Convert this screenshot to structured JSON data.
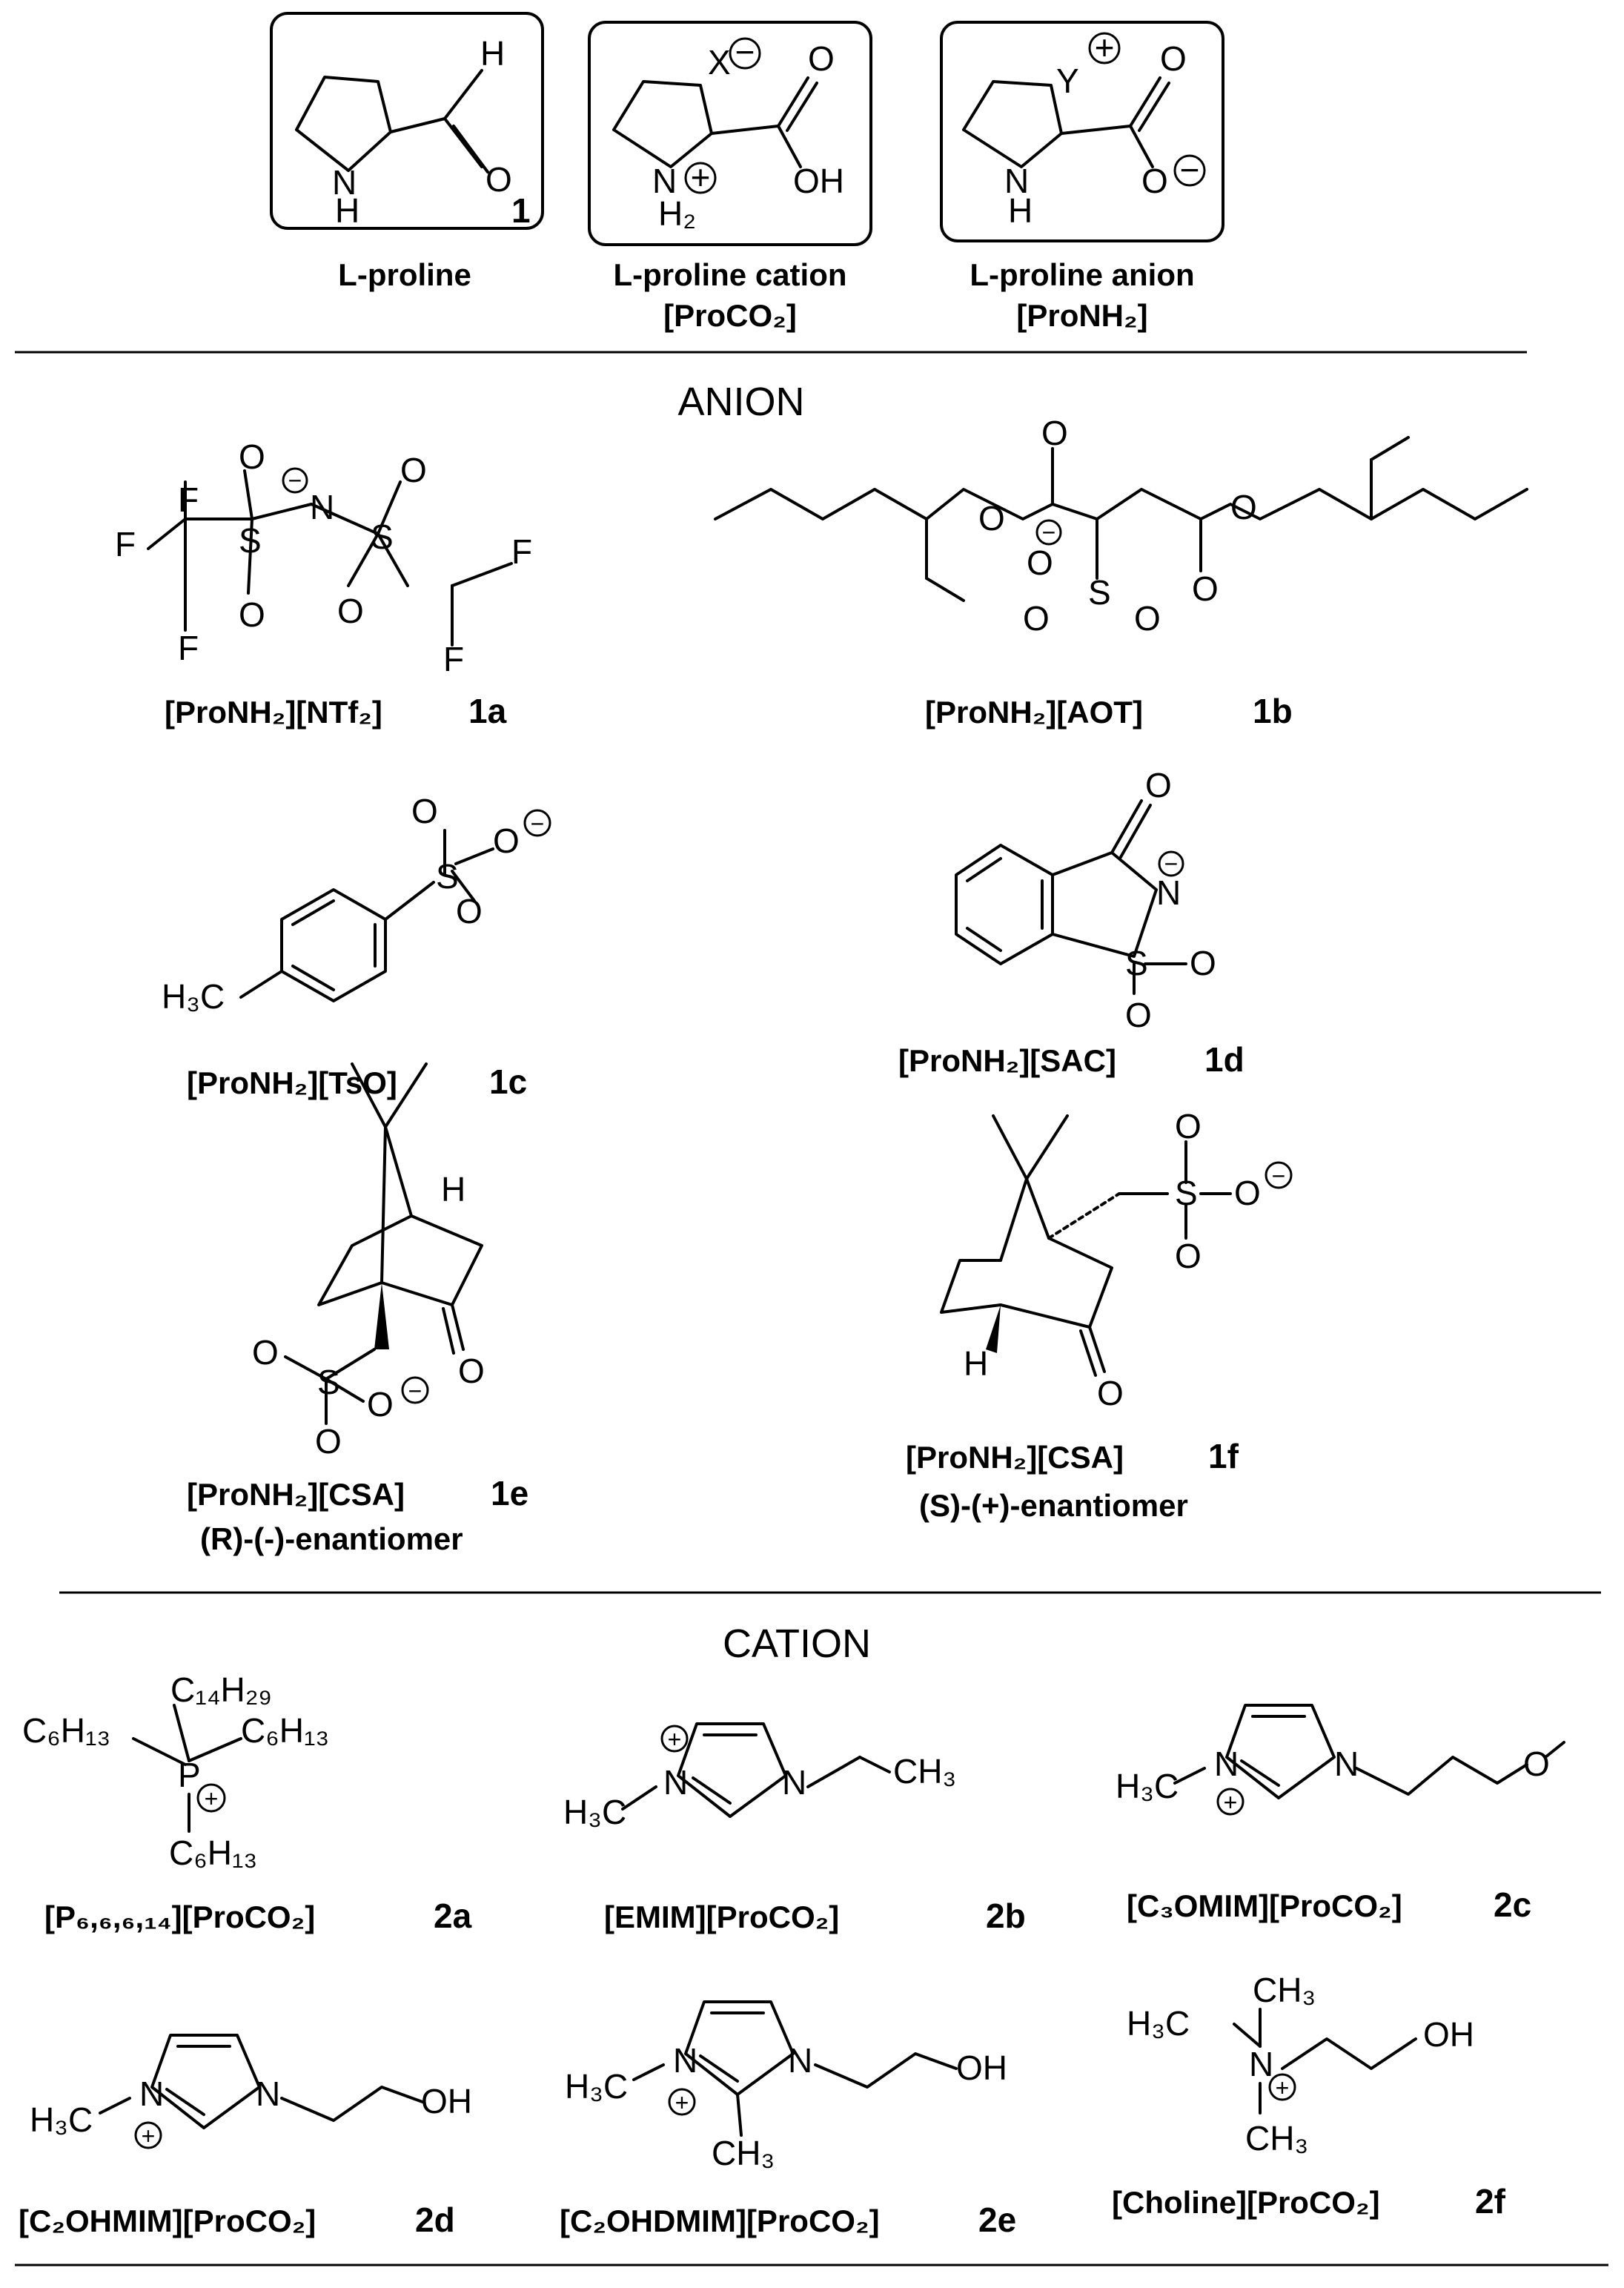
{
  "headings": {
    "anion": "ANION",
    "cation": "CATION"
  },
  "atoms": {
    "H": "H",
    "O": "O",
    "N": "N",
    "S": "S",
    "F": "F",
    "P": "P",
    "X": "X",
    "Y": "Y",
    "OH": "OH",
    "NH": "NH",
    "minus": "−",
    "plus": "+"
  },
  "prolines": [
    {
      "caption": "L-proline",
      "caption2": "",
      "number": "1"
    },
    {
      "caption": "L-proline cation",
      "caption2": "[ProCO₂]",
      "number": ""
    },
    {
      "caption": "L-proline anion",
      "caption2": "[ProNH₂]",
      "number": ""
    }
  ],
  "anions": [
    {
      "caption": "[ProNH₂][NTf₂]",
      "number": "1a",
      "note": ""
    },
    {
      "caption": "[ProNH₂][AOT]",
      "number": "1b",
      "note": ""
    },
    {
      "caption": "[ProNH₂][TsO]",
      "number": "1c",
      "note": ""
    },
    {
      "caption": "[ProNH₂][SAC]",
      "number": "1d",
      "note": ""
    },
    {
      "caption": "[ProNH₂][CSA]",
      "number": "1e",
      "note": "(R)-(-)-enantiomer"
    },
    {
      "caption": "[ProNH₂][CSA]",
      "number": "1f",
      "note": "(S)-(+)-enantiomer"
    }
  ],
  "cations": [
    {
      "caption": "[P₆,₆,₆,₁₄][ProCO₂]",
      "number": "2a"
    },
    {
      "caption": "[EMIM][ProCO₂]",
      "number": "2b"
    },
    {
      "caption": "[C₃OMIM][ProCO₂]",
      "number": "2c"
    },
    {
      "caption": "[C₂OHMIM][ProCO₂]",
      "number": "2d"
    },
    {
      "caption": "[C₂OHDMIM][ProCO₂]",
      "number": "2e"
    },
    {
      "caption": "[Choline][ProCO₂]",
      "number": "2f"
    }
  ],
  "groups": {
    "H3C": "H₃C",
    "CH3": "CH₃",
    "H2": "H₂",
    "C6H13": "C₆H₁₃",
    "C14H29": "C₁₄H₂₉"
  }
}
